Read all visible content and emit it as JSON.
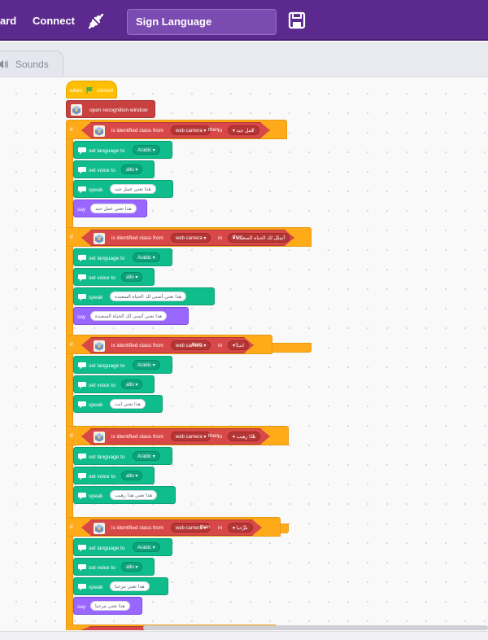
{
  "topbar": {
    "menu_partial": "ard",
    "connect_label": "Connect",
    "project_title": "Sign Language",
    "plug_icon": "plug-disconnected-icon",
    "save_icon": "save-icon"
  },
  "tabs": {
    "sounds_label": "Sounds"
  },
  "script": {
    "when_label": "when",
    "clicked_label": "clicked",
    "open_window": "open recognition window",
    "if_label": "if",
    "then_label": "then",
    "is_identified": "is identified class from",
    "source": "web camera",
    "in_label": "in",
    "q_label": "?",
    "set_language": "set language to",
    "language": "Arabic",
    "set_voice": "set voice to",
    "voice": "alto",
    "speak_label": "speak",
    "say_label": "say",
    "blocks": [
      {
        "class": "عمل جيد",
        "speak": "هذا تعني عمل جيد",
        "say": "هذا تعني عمل جيد"
      },
      {
        "class": "أتمنى لك الحياة السعيدة",
        "speak": "هذا تعني أتمنى لك الحياة السعيدة",
        "say": "هذا تعني أتمنى لك الحياة السعيدة"
      },
      {
        "class": "انت",
        "speak": "هذا تعني انت",
        "say": ""
      },
      {
        "class": "هذا رهيب",
        "speak": "هذا تعني هذا رهيب",
        "say": ""
      },
      {
        "class": "مرحبا",
        "speak": "هذا تعني مرحبا",
        "say": "هذا تعني مرحبا"
      }
    ]
  }
}
